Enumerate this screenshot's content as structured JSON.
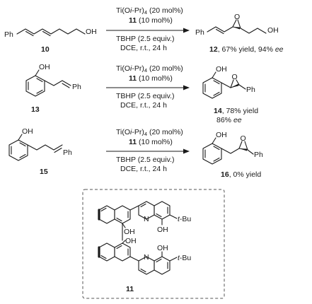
{
  "colors": {
    "ink": "#1a1a1a",
    "box": "#555555"
  },
  "reactions": [
    {
      "substrate": {
        "compound": "10",
        "left_group": "Ph",
        "right_group": "OH"
      },
      "conditions": {
        "catalyst_pre": "Ti(O",
        "catalyst_it": "i",
        "catalyst_post": "-Pr)",
        "catalyst_sub": "4",
        "catalyst_load": " (20 mol%)",
        "ligand_id": "11",
        "ligand_load": " (10 mol%)",
        "oxidant": "TBHP (2.5 equiv.)",
        "solvent": "DCE, r.t., 24 h"
      },
      "product": {
        "compound": "12",
        "left_group": "Ph",
        "right_group": "OH",
        "result_text": ", 67% yield, 94% ",
        "ee_label": "ee"
      }
    },
    {
      "substrate": {
        "compound": "13",
        "phenol": "OH",
        "group": "Ph"
      },
      "conditions": {
        "catalyst_pre": "Ti(O",
        "catalyst_it": "i",
        "catalyst_post": "-Pr)",
        "catalyst_sub": "4",
        "catalyst_load": " (20 mol%)",
        "ligand_id": "11",
        "ligand_load": " (10 mol%)",
        "oxidant": "TBHP (2.5 equiv.)",
        "solvent": "DCE, r.t., 24 h"
      },
      "product": {
        "compound": "14",
        "phenol": "OH",
        "group": "Ph",
        "result_text": ", 78% yield",
        "ee_value": "86% ",
        "ee_label": "ee"
      }
    },
    {
      "substrate": {
        "compound": "15",
        "phenol": "OH",
        "group": "Ph"
      },
      "conditions": {
        "catalyst_pre": "Ti(O",
        "catalyst_it": "i",
        "catalyst_post": "-Pr)",
        "catalyst_sub": "4",
        "catalyst_load": " (20 mol%)",
        "ligand_id": "11",
        "ligand_load": " (10 mol%)",
        "oxidant": "TBHP (2.5 equiv.)",
        "solvent": "DCE, r.t., 24 h"
      },
      "product": {
        "compound": "16",
        "phenol": "OH",
        "group": "Ph",
        "result_text": ", 0% yield"
      }
    }
  ],
  "ligand": {
    "compound": "11",
    "oh_naphthol_top": "OH",
    "oh_naphthol_bottom": "OH",
    "oh_quin_top": "OH",
    "oh_quin_bottom": "OH",
    "n_top": "N",
    "n_bottom": "N",
    "tbu_top_it": "t",
    "tbu_top": "-Bu",
    "tbu_bottom_it": "t",
    "tbu_bottom": "-Bu"
  }
}
